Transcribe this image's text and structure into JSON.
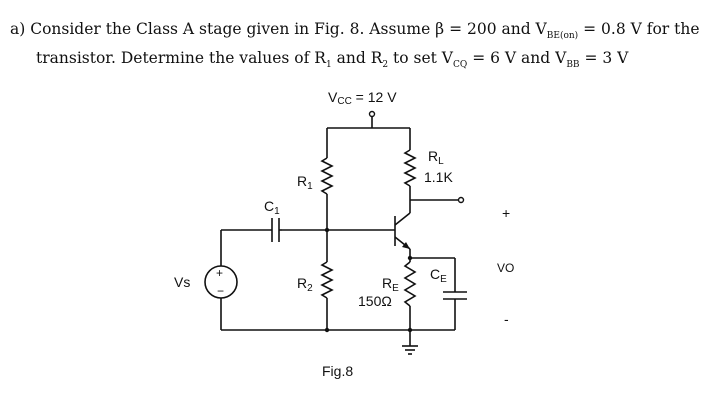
{
  "problem": {
    "line1": "a) Consider the Class A stage given in Fig. 8. Assume β = 200 and V",
    "line1_sub": "BE(on)",
    "line1_end": " = 0.8 V for the",
    "line2a": "transistor. Determine the values of R",
    "line2_sub1": "1",
    "line2b": " and R",
    "line2_sub2": "2",
    "line2c": " to set V",
    "line2_sub3": "CQ",
    "line2d": " = 6 V and V",
    "line2_sub4": "BB",
    "line2e": " = 3 V"
  },
  "circuit": {
    "vcc_label": "V",
    "vcc_sub": "CC",
    "vcc_value": " = 12 V",
    "r1": "R",
    "r1_sub": "1",
    "r2": "R",
    "r2_sub": "2",
    "rl": "R",
    "rl_sub": "L",
    "rl_value": "1.1K",
    "re": "R",
    "re_sub": "E",
    "re_value": "150Ω",
    "c1": "C",
    "c1_sub": "1",
    "ce": "C",
    "ce_sub": "E",
    "vs": "Vs",
    "vo": "VO",
    "plus": "+",
    "minus": "-",
    "src_plus": "+",
    "src_minus": "−",
    "caption": "Fig.8"
  },
  "icons": [
    "voltage-source-icon",
    "resistor-icon",
    "capacitor-icon",
    "npn-transistor-icon",
    "ground-icon"
  ]
}
